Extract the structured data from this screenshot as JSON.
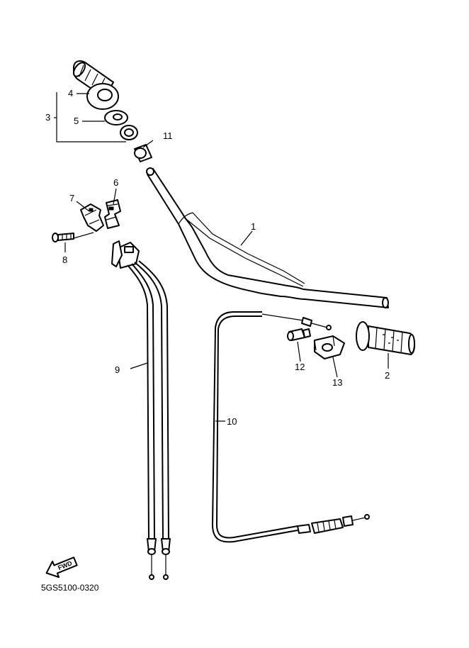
{
  "callouts": [
    {
      "id": "1",
      "label": "1"
    },
    {
      "id": "2",
      "label": "2"
    },
    {
      "id": "3",
      "label": "3"
    },
    {
      "id": "4",
      "label": "4"
    },
    {
      "id": "5",
      "label": "5"
    },
    {
      "id": "6",
      "label": "6"
    },
    {
      "id": "7",
      "label": "7"
    },
    {
      "id": "8",
      "label": "8"
    },
    {
      "id": "9",
      "label": "9"
    },
    {
      "id": "10",
      "label": "10"
    },
    {
      "id": "11",
      "label": "11"
    },
    {
      "id": "12",
      "label": "12"
    },
    {
      "id": "13",
      "label": "13"
    }
  ],
  "direction_badge": {
    "text": "FWD"
  },
  "diagram_code": "5GS5100-0320"
}
